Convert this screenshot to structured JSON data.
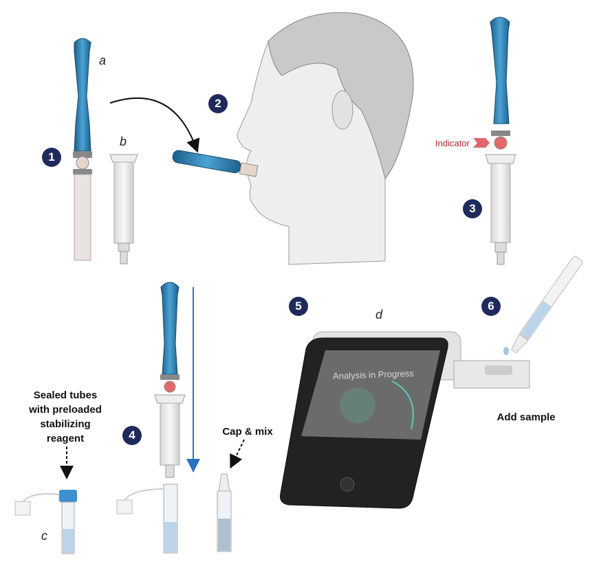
{
  "steps": [
    "1",
    "2",
    "3",
    "4",
    "5",
    "6"
  ],
  "letters": {
    "a": "a",
    "b": "b",
    "c": "c",
    "d": "d"
  },
  "labels": {
    "indicator": "Indicator",
    "sealed_tubes": [
      "Sealed tubes",
      "with preloaded",
      "stabilizing",
      "reagent"
    ],
    "cap_mix": "Cap & mix",
    "add_sample": "Add sample",
    "screen_text": "Analysis in Progress"
  },
  "colors": {
    "step_badge": "#1f2a5c",
    "device_blue": "#2f7fb0",
    "indicator": "#b0282c",
    "accent_arrow": "#2d6fc2"
  }
}
